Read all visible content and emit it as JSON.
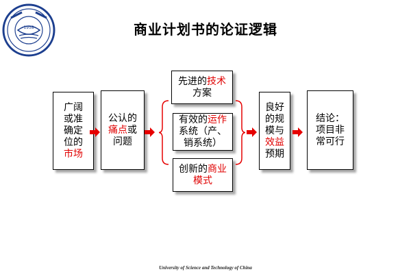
{
  "title": "商业计划书的论证逻辑",
  "footer": "University of Science and Technology of China",
  "logo": {
    "year": "1958"
  },
  "colors": {
    "highlight": "#e00000",
    "arrow": "#e60000",
    "bracket": "#e60000"
  },
  "boxes": {
    "market": {
      "l1": "广阔",
      "l2": "或准",
      "l3": "确定",
      "l4": "位的",
      "l5": "市场"
    },
    "painpoint": {
      "a": "公认的",
      "b": "痛点",
      "c": "或",
      "d": "问题"
    },
    "tech": {
      "a": "先进的",
      "b": "技术",
      "c": "方案"
    },
    "ops": {
      "a": "有效的",
      "b": "运作",
      "c": "系统（产、",
      "d": "销系统）"
    },
    "model": {
      "a": "创新的",
      "b": "商业",
      "c": "模式"
    },
    "scale": {
      "l1": "良好",
      "l2": "的规",
      "l3": "模与",
      "l4": "效益",
      "l5": "预期"
    },
    "conclusion": {
      "a": "结论：",
      "b": "项目非",
      "c": "常可行"
    }
  }
}
